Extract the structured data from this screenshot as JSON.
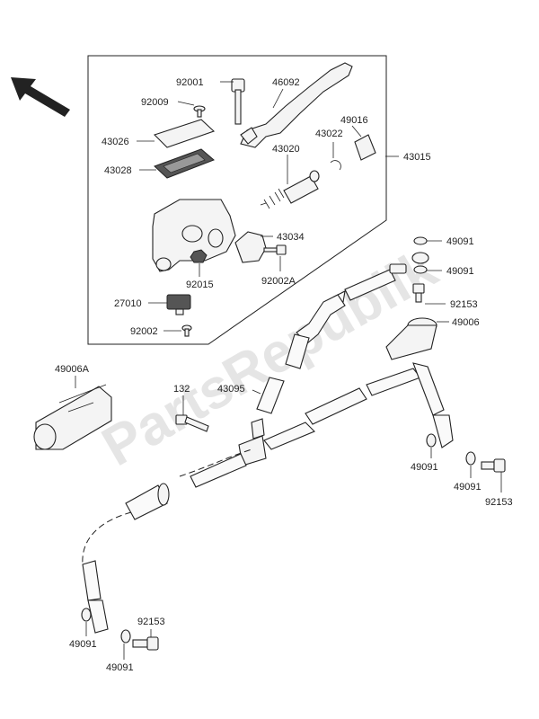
{
  "watermark": "PartsRepublik",
  "callouts": [
    {
      "id": "c-92001",
      "text": "92001"
    },
    {
      "id": "c-46092",
      "text": "46092"
    },
    {
      "id": "c-92009",
      "text": "92009"
    },
    {
      "id": "c-43026",
      "text": "43026"
    },
    {
      "id": "c-49016",
      "text": "49016"
    },
    {
      "id": "c-43022",
      "text": "43022"
    },
    {
      "id": "c-43015",
      "text": "43015"
    },
    {
      "id": "c-43020",
      "text": "43020"
    },
    {
      "id": "c-43028",
      "text": "43028"
    },
    {
      "id": "c-43034",
      "text": "43034"
    },
    {
      "id": "c-92015",
      "text": "92015"
    },
    {
      "id": "c-92002A",
      "text": "92002A"
    },
    {
      "id": "c-27010",
      "text": "27010"
    },
    {
      "id": "c-92002",
      "text": "92002"
    },
    {
      "id": "c-49091a",
      "text": "49091"
    },
    {
      "id": "c-49091b",
      "text": "49091"
    },
    {
      "id": "c-92153a",
      "text": "92153"
    },
    {
      "id": "c-49006",
      "text": "49006"
    },
    {
      "id": "c-49006A",
      "text": "49006A"
    },
    {
      "id": "c-132",
      "text": "132"
    },
    {
      "id": "c-43095",
      "text": "43095"
    },
    {
      "id": "c-49091c",
      "text": "49091"
    },
    {
      "id": "c-49091d",
      "text": "49091"
    },
    {
      "id": "c-92153b",
      "text": "92153"
    },
    {
      "id": "c-92153c",
      "text": "92153"
    },
    {
      "id": "c-49091e",
      "text": "49091"
    },
    {
      "id": "c-49091f",
      "text": "49091"
    }
  ]
}
